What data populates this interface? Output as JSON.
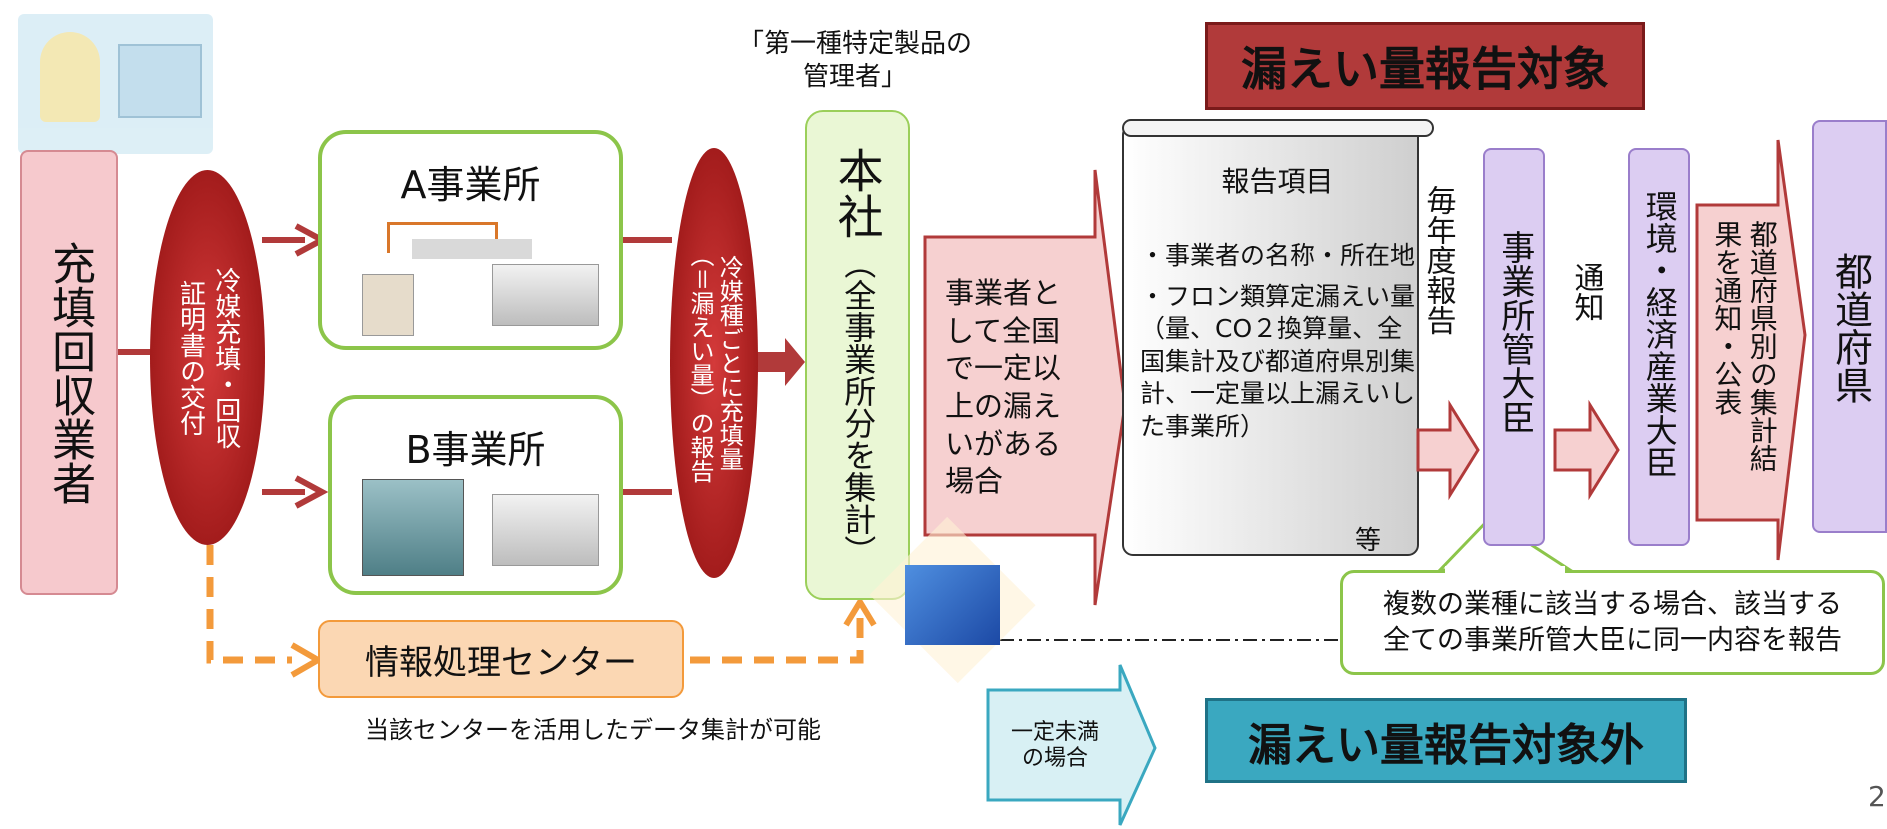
{
  "collector": {
    "label": "充填回収業者"
  },
  "certificate": {
    "label_line1": "冷媒充填・回収",
    "label_line2": "証明書の交付"
  },
  "site_a": {
    "label": "A事業所"
  },
  "site_b": {
    "label": "B事業所"
  },
  "report_oval": {
    "label_line1": "冷媒種ごとに充填量",
    "label_line2": "（＝漏えい量）の報告"
  },
  "manager_caption": {
    "line1": "「第一種特定製品の",
    "line2": "管理者」"
  },
  "head_office": {
    "title": "本社",
    "sub": "（全事業所分を集計）"
  },
  "condition_arrow": {
    "text": "事業者として全国で一定以上の漏えいがある場合"
  },
  "report_items": {
    "title": "報告項目",
    "item1": "・事業者の名称・所在地",
    "item2": "・フロン類算定漏えい量（量、CO２換算量、全国集計及び都道府県別集計、一定量以上漏えいした事業所）",
    "etc": "等"
  },
  "annual_report": {
    "label": "毎年度報告"
  },
  "minister": {
    "label": "事業所管大臣"
  },
  "notify": {
    "label": "通知"
  },
  "meti": {
    "label": "環境・経済産業大臣"
  },
  "result_arrow": {
    "line1": "都道府県別の集計結",
    "line2": "果を通知・公表"
  },
  "prefecture": {
    "label": "都道府県"
  },
  "target_banner": {
    "label": "漏えい量報告対象"
  },
  "non_target_banner": {
    "label": "漏えい量報告対象外"
  },
  "below_arrow": {
    "line1": "一定未満",
    "line2": "の場合"
  },
  "info_center": {
    "label": "情報処理センター",
    "caption": "当該センターを活用したデータ集計が可能"
  },
  "callout": {
    "line1": "複数の業種に該当する場合、該当する",
    "line2": "全ての事業所管大臣に同一内容を報告"
  },
  "page_number": "2",
  "colors": {
    "red_dark": "#b13a3a",
    "pink": "#f6d0d0",
    "green_border": "#8cc54a",
    "orange": "#f39a3b",
    "purple": "#d9c8f0",
    "teal": "#3aa8c0",
    "light_blue": "#d8f0f4"
  }
}
